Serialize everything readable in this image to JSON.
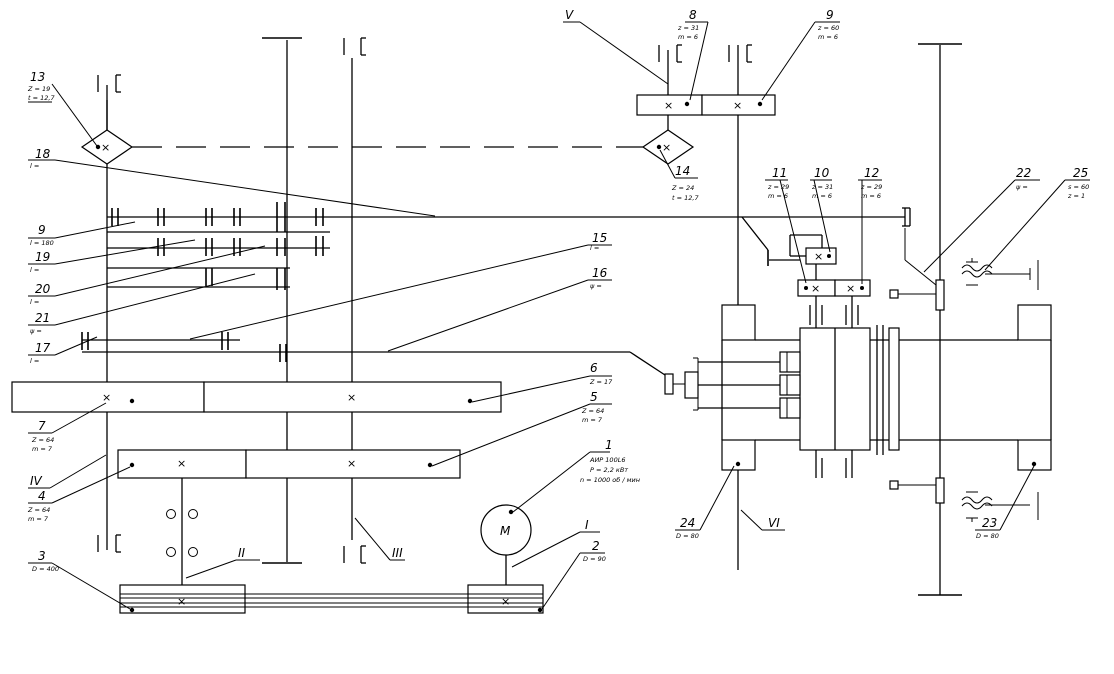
{
  "motor": {
    "symbol": "M",
    "lines": [
      "АИР 100L6",
      "P = 2,2 кВт",
      "n = 1000 об / мин"
    ]
  },
  "callouts": [
    {
      "id": "c1",
      "label": "1",
      "params": []
    },
    {
      "id": "c2",
      "label": "2",
      "params": [
        "D = 90"
      ]
    },
    {
      "id": "c3",
      "label": "3",
      "params": [
        "D = 400"
      ]
    },
    {
      "id": "c4",
      "label": "4",
      "params": [
        "Z = 64",
        "m = 7"
      ]
    },
    {
      "id": "c5",
      "label": "5",
      "params": [
        "Z = 64",
        "m = 7"
      ]
    },
    {
      "id": "c6",
      "label": "6",
      "params": [
        "Z = 17"
      ]
    },
    {
      "id": "c7",
      "label": "7",
      "params": [
        "Z = 64",
        "m = 7"
      ]
    },
    {
      "id": "c8",
      "label": "8",
      "params": [
        "z = 31",
        "m = 6"
      ]
    },
    {
      "id": "c9a",
      "label": "9",
      "params": [
        "z = 60",
        "m = 6"
      ]
    },
    {
      "id": "c9b",
      "label": "9",
      "params": [
        "l = 180"
      ]
    },
    {
      "id": "c10",
      "label": "10",
      "params": [
        "z = 31",
        "m = 6"
      ]
    },
    {
      "id": "c11",
      "label": "11",
      "params": [
        "z = 29",
        "m = 6"
      ]
    },
    {
      "id": "c12",
      "label": "12",
      "params": [
        "z = 29",
        "m = 6"
      ]
    },
    {
      "id": "c13",
      "label": "13",
      "params": [
        "Z = 19",
        "t = 12,7"
      ]
    },
    {
      "id": "c14",
      "label": "14",
      "params": [
        "Z = 24",
        "t = 12,7"
      ]
    },
    {
      "id": "c15",
      "label": "15",
      "params": [
        "l ="
      ]
    },
    {
      "id": "c16",
      "label": "16",
      "params": [
        "ψ ="
      ]
    },
    {
      "id": "c17",
      "label": "17",
      "params": [
        "l ="
      ]
    },
    {
      "id": "c18",
      "label": "18",
      "params": [
        "l ="
      ]
    },
    {
      "id": "c19",
      "label": "19",
      "params": [
        "l ="
      ]
    },
    {
      "id": "c20",
      "label": "20",
      "params": [
        "l ="
      ]
    },
    {
      "id": "c21",
      "label": "21",
      "params": [
        "ψ ="
      ]
    },
    {
      "id": "c22",
      "label": "22",
      "params": [
        "ψ ="
      ]
    },
    {
      "id": "c23",
      "label": "23",
      "params": [
        "D = 80"
      ]
    },
    {
      "id": "c24",
      "label": "24",
      "params": [
        "D = 80"
      ]
    },
    {
      "id": "c25",
      "label": "25",
      "params": [
        "s = 60",
        "z = 1"
      ]
    }
  ],
  "shafts": [
    "I",
    "II",
    "III",
    "IV",
    "V",
    "VI"
  ]
}
